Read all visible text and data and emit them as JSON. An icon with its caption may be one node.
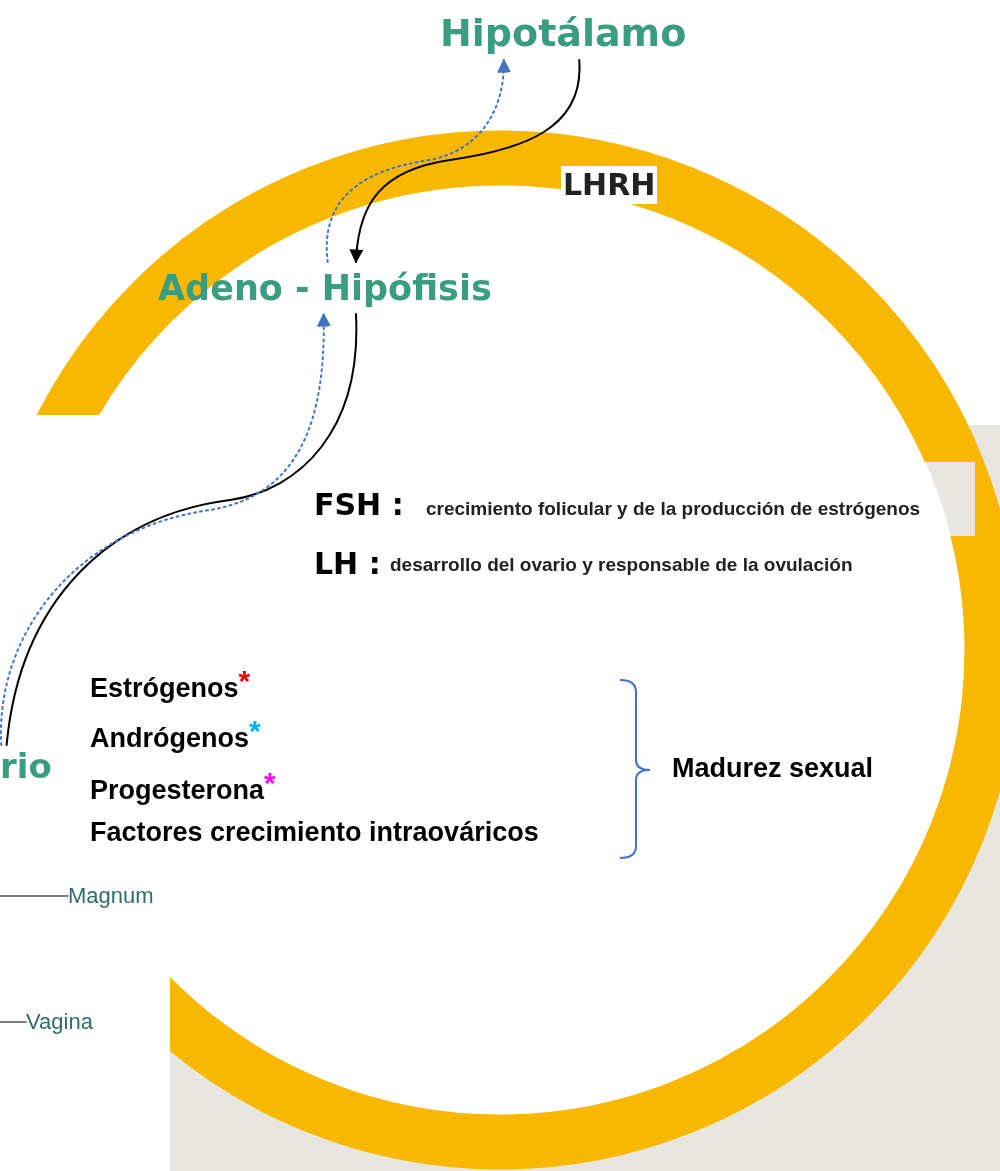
{
  "diagram": {
    "nodes": [
      {
        "text": [
          "Hipotálamo"
        ]
      },
      {
        "text": [
          "Adeno - Hipófisis"
        ]
      },
      {
        "text": [
          "rio"
        ]
      },
      {
        "text": [
          "Magnum"
        ]
      },
      {
        "text": [
          "Vagina"
        ]
      }
    ],
    "edges": [
      {
        "from": 0,
        "to": 1,
        "arrow": "to",
        "label": "LHRH"
      },
      {
        "from": 1,
        "to": 0,
        "arrow": "to",
        "style": "dashed",
        "color": "#4472c4"
      },
      {
        "from": 1,
        "to": 2,
        "arrow": "none"
      },
      {
        "from": 2,
        "to": 1,
        "arrow": "to",
        "style": "dashed",
        "color": "#4472c4"
      },
      {
        "from": 3,
        "to": null,
        "arrow": "none",
        "color": "#555555"
      },
      {
        "from": 4,
        "to": null,
        "arrow": "none",
        "color": "#555555"
      }
    ],
    "labels": [
      "FSH :",
      "crecimiento folicular y de la producción de estrógenos",
      "LH :",
      "desarrollo del ovario y responsable de la ovulación",
      "Estrógenos$^{*}$",
      "Andrógenos$^{*}$",
      "Progesterona$^{*}$",
      "Factores crecimiento intraováricos",
      "Madurez sexual"
    ]
  }
}
